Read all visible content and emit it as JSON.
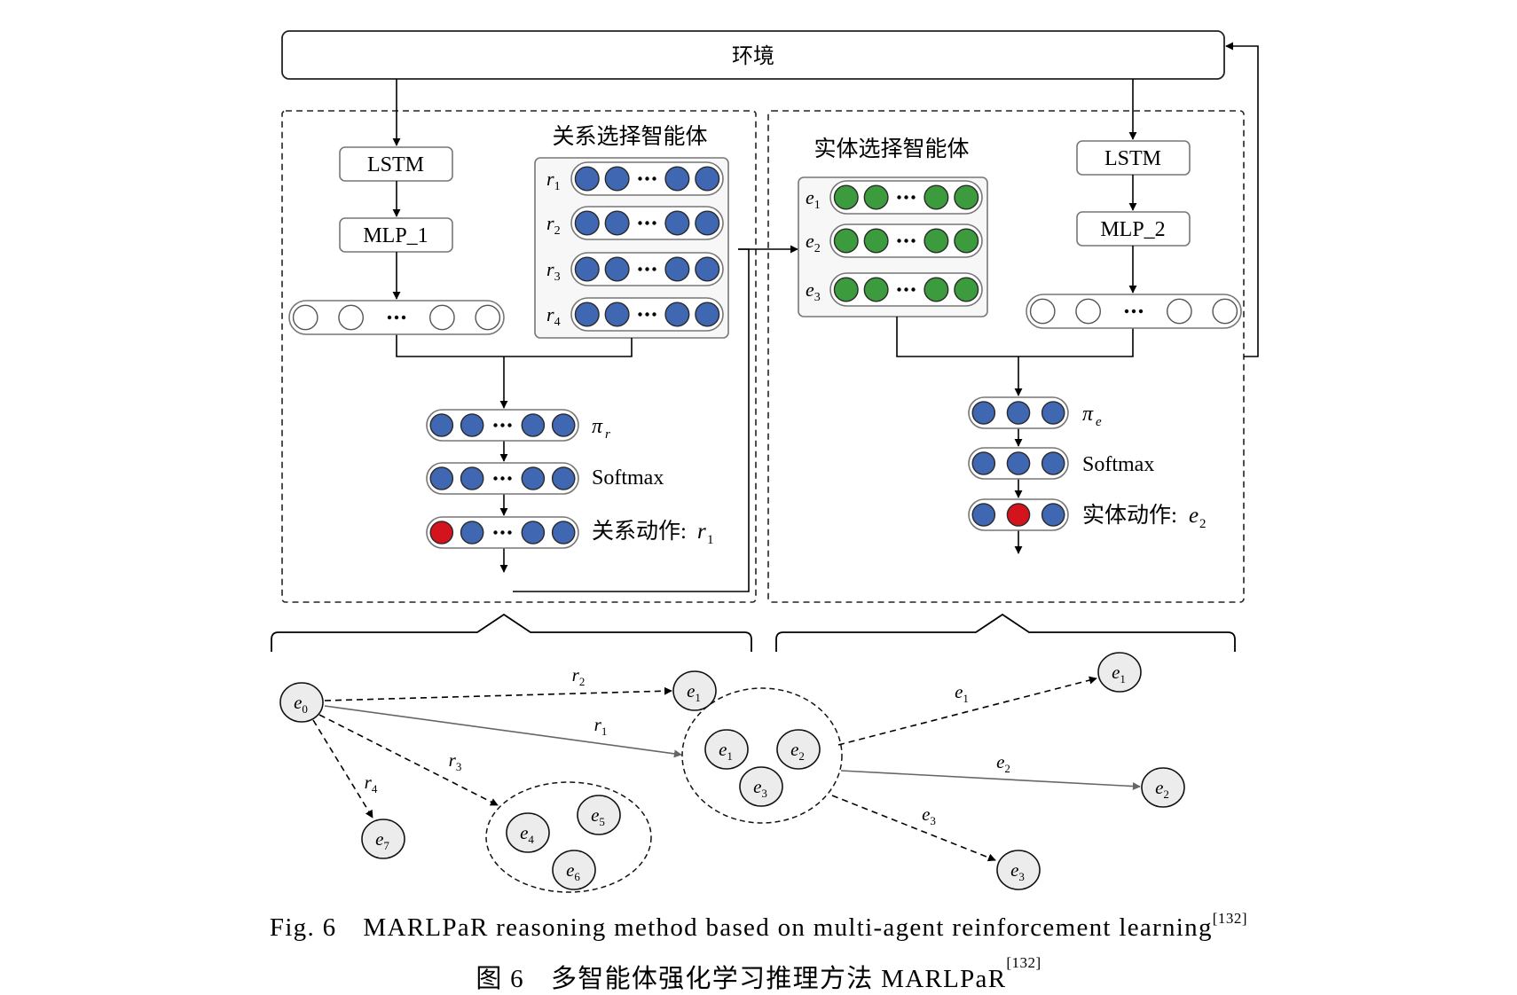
{
  "environment": {
    "label": "环境"
  },
  "relation_agent": {
    "title": "关系选择智能体",
    "lstm": "LSTM",
    "mlp": "MLP_1",
    "relations": [
      "r1",
      "r2",
      "r3",
      "r4"
    ],
    "pi": "π",
    "pi_sub": "r",
    "softmax": "Softmax",
    "action_prefix": "关系动作:",
    "action_var": "r",
    "action_sub": "1"
  },
  "entity_agent": {
    "title": "实体选择智能体",
    "lstm": "LSTM",
    "mlp": "MLP_2",
    "entities": [
      "e1",
      "e2",
      "e3"
    ],
    "pi": "π",
    "pi_sub": "e",
    "softmax": "Softmax",
    "action_prefix": "实体动作:",
    "action_var": "e",
    "action_sub": "2"
  },
  "graph": {
    "nodes": [
      "e0",
      "e1",
      "e7",
      "e4",
      "e5",
      "e6",
      "e1",
      "e2",
      "e3",
      "e1",
      "e2",
      "e3"
    ],
    "edges": [
      "r2",
      "r1",
      "r3",
      "r4",
      "e1",
      "e2",
      "e3"
    ]
  },
  "caption": {
    "en_label": "Fig. 6",
    "en_text": "MARLPaR reasoning method based on multi-agent reinforcement learning",
    "zh_label": "图 6",
    "zh_text": "多智能体强化学习推理方法 MARLPaR",
    "ref": "[132]"
  },
  "colors": {
    "blue": "#3f67b2",
    "green": "#3c9b3c",
    "red": "#d4141c",
    "node_fill": "#ececec",
    "box_fill": "#f7f7f7"
  }
}
